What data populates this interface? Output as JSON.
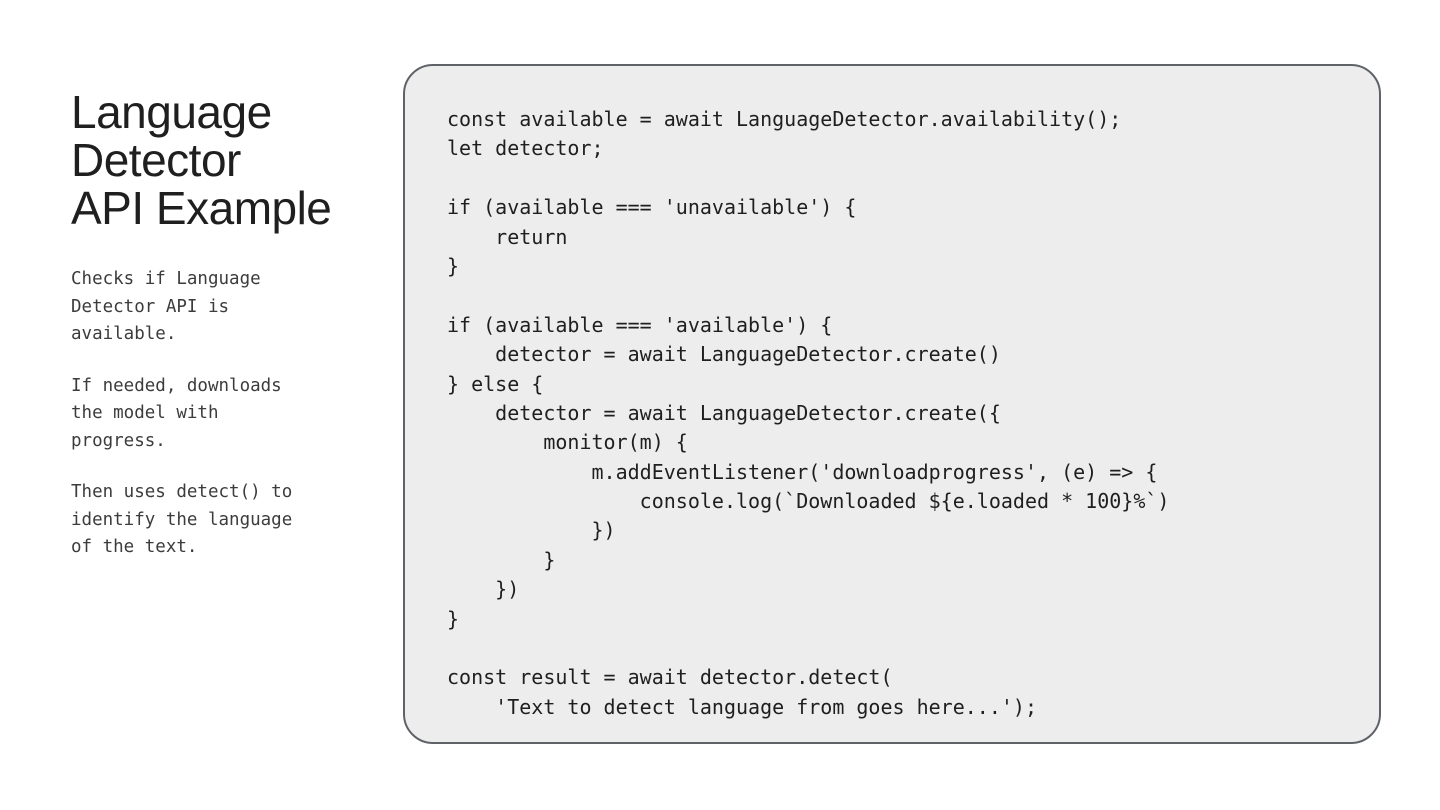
{
  "slide": {
    "title_lines": [
      "Language",
      "Detector",
      "API Example"
    ],
    "description": [
      [
        "Checks if Language",
        "Detector API is",
        "available."
      ],
      [
        "If needed, downloads",
        "the model with",
        "progress."
      ],
      [
        "Then uses detect() to",
        "identify the language",
        "of the text."
      ]
    ]
  },
  "code": {
    "lines": [
      "const available = await LanguageDetector.availability();",
      "let detector;",
      "",
      "if (available === 'unavailable') {",
      "    return",
      "}",
      "",
      "if (available === 'available') {",
      "    detector = await LanguageDetector.create()",
      "} else {",
      "    detector = await LanguageDetector.create({",
      "        monitor(m) {",
      "            m.addEventListener('downloadprogress', (e) => {",
      "                console.log(`Downloaded ${e.loaded * 100}%`)",
      "            })",
      "        }",
      "    })",
      "}",
      "",
      "const result = await detector.detect(",
      "    'Text to detect language from goes here...');"
    ]
  }
}
